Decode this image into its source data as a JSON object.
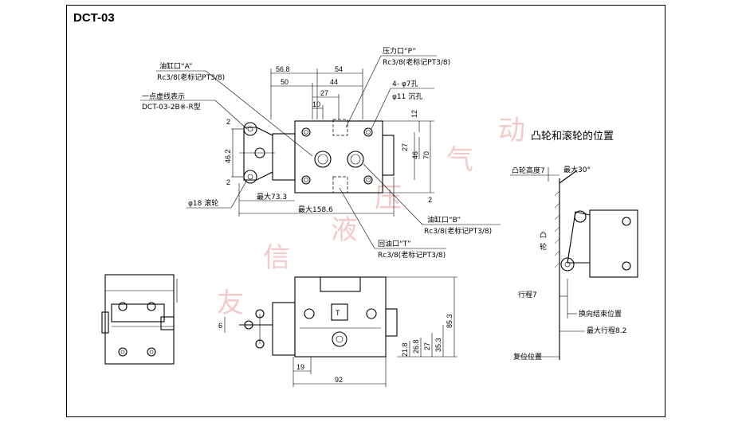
{
  "title": "DCT-03",
  "cam_heading": "凸轮和滚轮的位置",
  "watermark": [
    "友",
    "信",
    "液",
    "压",
    "气",
    "动"
  ],
  "labels": {
    "port_a": "油缸口“A”",
    "port_a_thread": "Rc3/8(老标记PT3/8)",
    "dashed_line": "一点虚线表示",
    "dashed_model": "DCT-03-2B※-R型",
    "roller": "φ18 滚轮",
    "port_p": "压力口“P”",
    "port_p_thread": "Rc3/8(老标记PT3/8)",
    "holes": "4- φ7孔",
    "counterbore": "φ11 沉孔",
    "port_b": "油缸口“B”",
    "port_b_thread": "Rc3/8(老标记PT3/8)",
    "port_t": "回油口“T”",
    "port_t_thread": "Rc3/8(老标记PT3/8)",
    "cam_height": "凸轮高度7",
    "max_angle": "最大30°",
    "cam_char1": "凸",
    "cam_char2": "轮",
    "stroke": "行程7",
    "switch_end": "换向结束位置",
    "max_stroke": "最大行程8.2",
    "reset": "复位位置"
  },
  "dims": {
    "d56_8": "56.8",
    "d54": "54",
    "d50": "50",
    "d44": "44",
    "d27": "27",
    "d10": "10",
    "d12": "12",
    "d27v": "27",
    "d46v": "46",
    "d70": "70",
    "d2a": "2",
    "d2b": "2",
    "d46_2": "46.2",
    "d2c": "2",
    "d73_3": "最大73.3",
    "d158_6": "最大158.6",
    "d6": "6",
    "d85_3": "85.3",
    "d35_3": "35.3",
    "d27b": "27",
    "d26_8": "26.8",
    "d21_8": "21.8",
    "d19": "19",
    "d92": "92"
  }
}
